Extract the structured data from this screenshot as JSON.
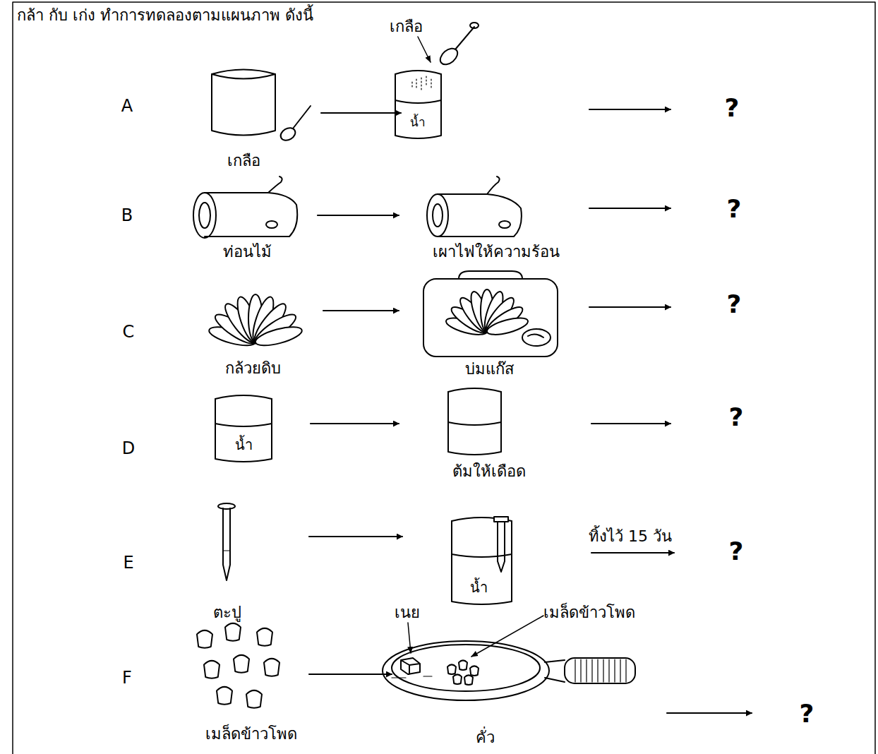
{
  "diagram": {
    "title": "กล้า กับ เก่ง ทำการทดลองตามแผนภาพ ดังนี้",
    "labels": [
      "A",
      "เกลือ",
      "เกลือ",
      "น้ำ",
      "?",
      "B",
      "ท่อนไม้",
      "เผาไฟให้ความร้อน",
      "?",
      "C",
      "กล้วยดิบ",
      "บ่มแก๊ส",
      "?",
      "D",
      "น้ำ",
      "ต้มให้เดือด",
      "?",
      "E",
      "ตะปู",
      "น้ำ",
      "ทิ้งไว้ 15 วัน",
      "?",
      "F",
      "เมล็ดข้าวโพด",
      "เนย",
      "เมล็ดข้าวโพด",
      "คั่ว",
      "?"
    ]
  }
}
